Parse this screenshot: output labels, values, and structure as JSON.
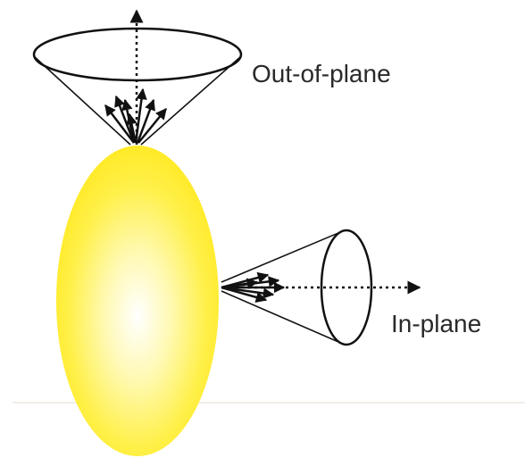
{
  "labels": {
    "out_of_plane": "Out-of-plane",
    "in_plane": "In-plane"
  },
  "colors": {
    "ellipsoid_center": "#ffffff",
    "ellipsoid_edge": "#ffee1a",
    "ellipsoid_outline": "#f5d400",
    "stroke": "#111111",
    "text": "#2a2a2a"
  },
  "elements": {
    "particle": "ellipsoid",
    "out_of_plane_cone": "cone",
    "in_plane_cone": "cone"
  }
}
